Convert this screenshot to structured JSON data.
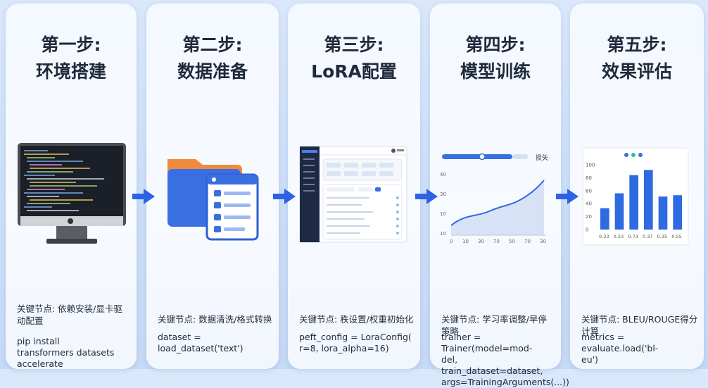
{
  "steps": [
    {
      "title_line1": "第一步:",
      "title_line2": "环境搭建",
      "key_node": "关键节点: 依赖安装/显卡驱动配置",
      "code": "pip install\ntransformers datasets\naccelerate"
    },
    {
      "title_line1": "第二步:",
      "title_line2": "数据准备",
      "key_node": "关键节点: 数据清洗/格式转换",
      "code": "dataset = load_dataset('text')"
    },
    {
      "title_line1": "第三步:",
      "title_line2": "LoRA配置",
      "key_node": "关键节点: 秩设置/权重初始化",
      "code": "peft_config = LoraConfig(\nr=8, lora_alpha=16)"
    },
    {
      "title_line1": "第四步:",
      "title_line2": "模型训练",
      "key_node": "关键节点: 学习率调整/早停策略",
      "code": "trainer = Trainer(model=mod-\ndel, train_dataset=dataset,\nargs=TrainingArguments(...))"
    },
    {
      "title_line1": "第五步:",
      "title_line2": "效果评估",
      "key_node": "关键节点: BLEU/ROUGE得分计算",
      "code": "metrics = evaluate.load('bl-\neu')"
    }
  ],
  "loss_chart": {
    "legend": "损失",
    "y_ticks": [
      "40",
      "30",
      "10",
      "10"
    ],
    "x_ticks": [
      "0",
      "10",
      "30",
      "70",
      "50",
      "70",
      "30"
    ]
  },
  "bar_chart": {
    "y_ticks": [
      "100",
      "80",
      "60",
      "40",
      "20",
      "0"
    ],
    "categories": [
      "0.33",
      "0.23",
      "0.73",
      "0.37",
      "0.35",
      "0.55"
    ],
    "values": [
      33,
      56,
      84,
      92,
      51,
      53
    ]
  },
  "colors": {
    "accent": "#2f6be0",
    "arrow": "#2b63e6"
  }
}
